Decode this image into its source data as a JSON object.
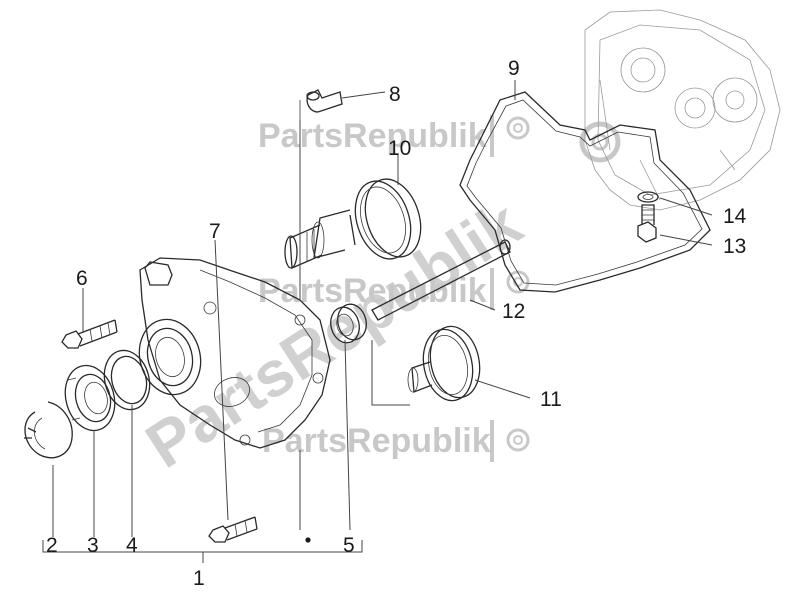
{
  "watermark": {
    "text": "PartsRepublik",
    "diagonal_text": "PartsRepublik"
  },
  "callouts": {
    "c1": "1",
    "c2": "2",
    "c3": "3",
    "c4": "4",
    "c5": "5",
    "c6": "6",
    "c7": "7",
    "c8": "8",
    "c9": "9",
    "c10": "10",
    "c11": "11",
    "c12": "12",
    "c13": "13",
    "c14": "14"
  },
  "colors": {
    "line": "#2a2a2a",
    "watermark": "#c8c8c8",
    "background": "#ffffff"
  }
}
